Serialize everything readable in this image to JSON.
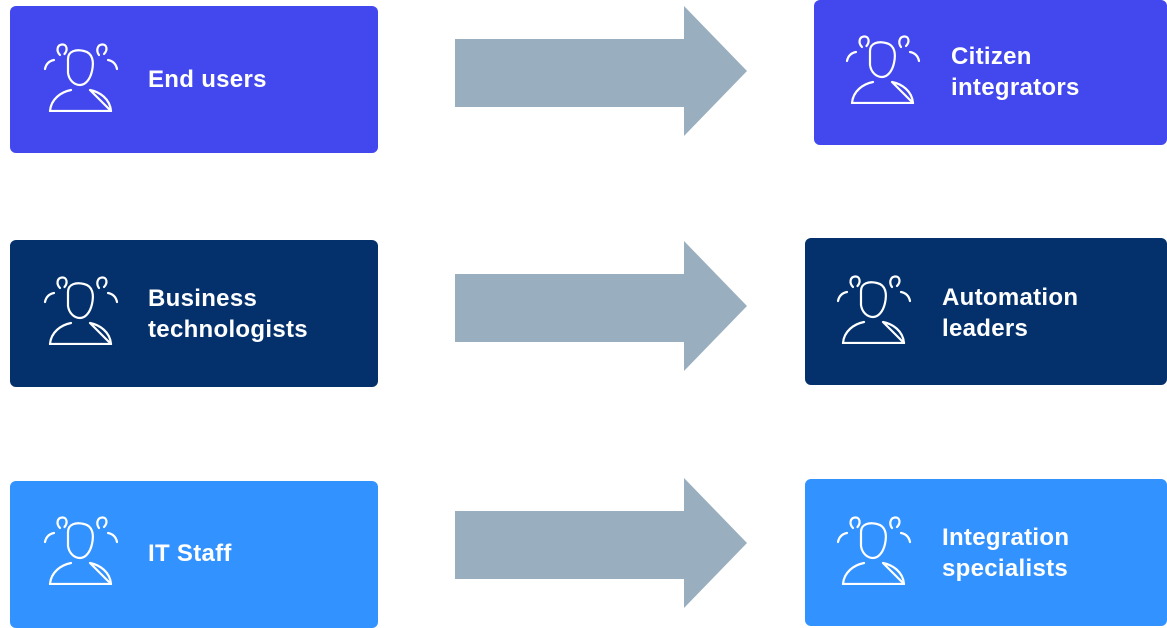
{
  "colors": {
    "row1": "#4248EE",
    "row2": "#04316C",
    "row3": "#3292FF",
    "arrow": "#99AEBF",
    "icon_stroke": "#ffffff"
  },
  "rows": [
    {
      "from": {
        "lines": [
          "End users"
        ],
        "icon": "people-icon"
      },
      "to": {
        "lines": [
          "Citizen",
          "integrators"
        ],
        "icon": "people-icon"
      }
    },
    {
      "from": {
        "lines": [
          "Business",
          "technologists"
        ],
        "icon": "people-icon"
      },
      "to": {
        "lines": [
          "Automation",
          "leaders"
        ],
        "icon": "people-icon"
      }
    },
    {
      "from": {
        "lines": [
          "IT Staff"
        ],
        "icon": "people-icon"
      },
      "to": {
        "lines": [
          "Integration",
          "specialists"
        ],
        "icon": "people-icon"
      }
    }
  ]
}
